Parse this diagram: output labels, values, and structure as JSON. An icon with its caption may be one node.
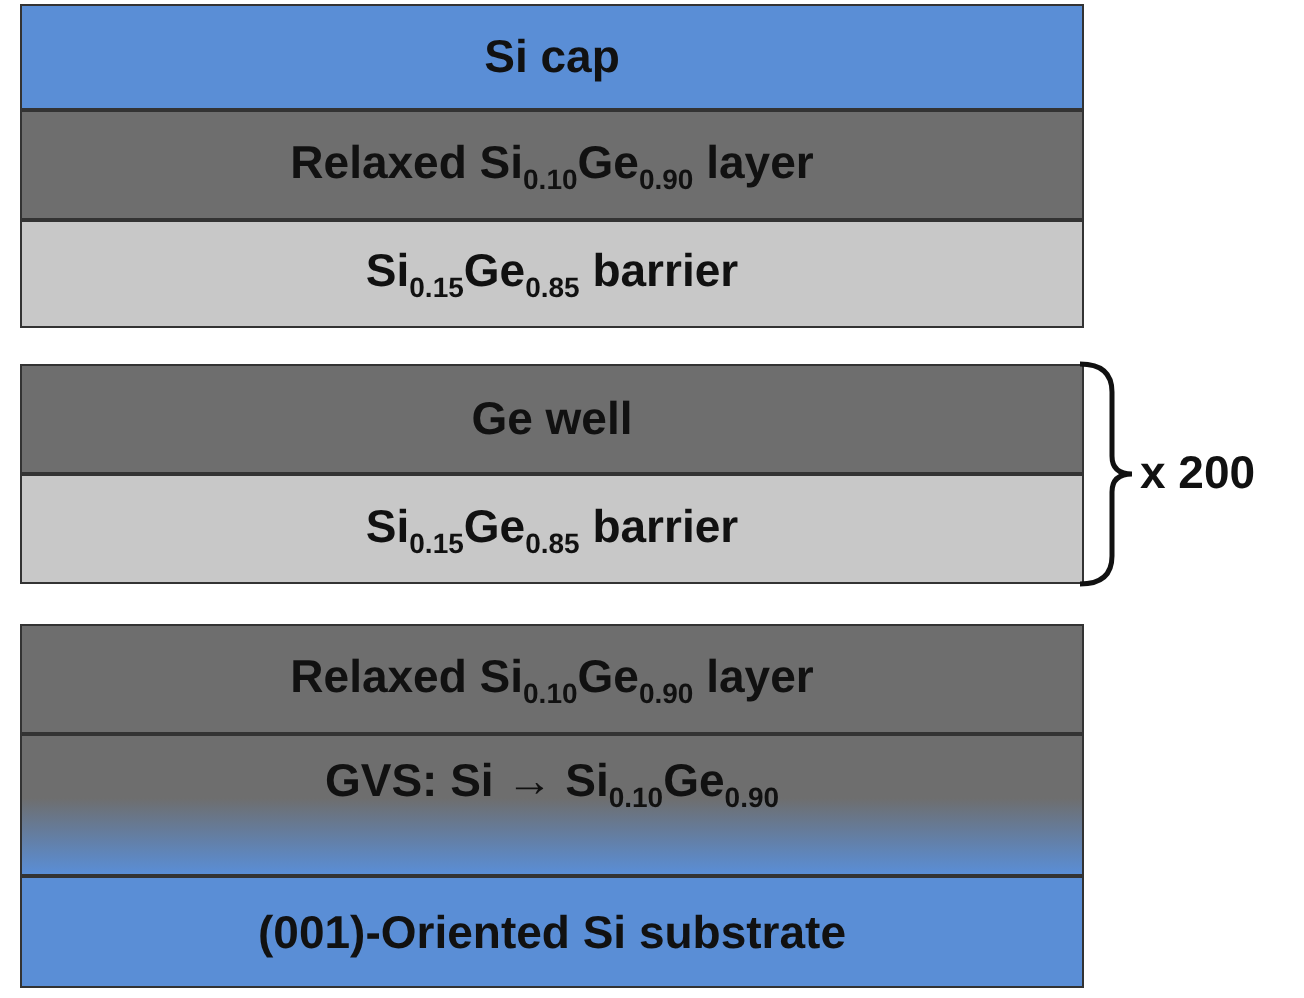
{
  "diagram": {
    "nodes": [
      {
        "text": [
          "Si cap"
        ]
      },
      {
        "text": [
          "Relaxed Si$_{0.10}$Ge$_{0.90}$ layer"
        ]
      },
      {
        "text": [
          "Si$_{0.15}$Ge$_{0.85}$ barrier"
        ]
      },
      {
        "text": [
          "Ge well"
        ]
      },
      {
        "text": [
          "Si$_{0.15}$Ge$_{0.85}$ barrier"
        ]
      },
      {
        "text": [
          "Relaxed Si$_{0.10}$Ge$_{0.90}$ layer"
        ]
      },
      {
        "text": [
          "GVS: Si → Si$_{0.10}$Ge$_{0.90}$"
        ]
      },
      {
        "text": [
          "(001)-Oriented Si substrate"
        ]
      }
    ],
    "labels": [
      "x 200"
    ]
  }
}
